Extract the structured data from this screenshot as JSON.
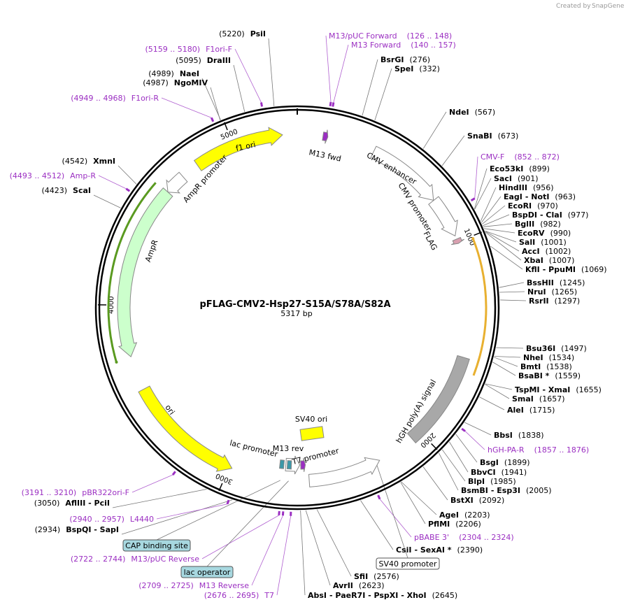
{
  "brand": {
    "created_by": "Created by",
    "name": "SnapGene"
  },
  "plasmid": {
    "name": "pFLAG-CMV2-Hsp27-S15A/S78A/S82A",
    "length": "5317 bp",
    "length_bp": 5317
  },
  "ticks": [
    {
      "bp": 1000,
      "label": "1000"
    },
    {
      "bp": 2000,
      "label": "2000"
    },
    {
      "bp": 3000,
      "label": "3000"
    },
    {
      "bp": 4000,
      "label": "4000"
    },
    {
      "bp": 5000,
      "label": "5000"
    }
  ],
  "features": [
    {
      "name": "CMV enhancer",
      "start": 385,
      "end": 764,
      "dir": 1,
      "color": "#ffffff",
      "stroke": "#888888"
    },
    {
      "name": "CMV promoter",
      "start": 765,
      "end": 968,
      "dir": 1,
      "color": "#ffffff",
      "stroke": "#888888"
    },
    {
      "name": "FLAG",
      "start": 985,
      "end": 1008,
      "dir": 1,
      "color": "#d9a0b0",
      "stroke": "#888888"
    },
    {
      "name": "hGH poly(A) signal",
      "start": 1575,
      "end": 2050,
      "dir": 0,
      "color": "#a8a8a8",
      "stroke": "#888888"
    },
    {
      "name": "SV40 ori",
      "start": 2420,
      "end": 2480,
      "dir": 0,
      "color": "#ffff00",
      "stroke": "#888888"
    },
    {
      "name": "T7 promoter",
      "start": 2240,
      "end": 2600,
      "dir": -1,
      "color": "#ffffff",
      "stroke": "#888888"
    },
    {
      "name": "M13 rev",
      "start": 2615,
      "end": 2640,
      "dir": -1,
      "color": "#9b2fc2",
      "stroke": "#888888"
    },
    {
      "name": "lac promoter",
      "start": 2645,
      "end": 2720,
      "dir": -1,
      "color": "#ffffff",
      "stroke": "#888888"
    },
    {
      "name": "lac operator",
      "start": 2690,
      "end": 2712,
      "dir": 0,
      "color": "#3c98a8",
      "stroke": "#888888"
    },
    {
      "name": "CAP binding site",
      "start": 2730,
      "end": 2752,
      "dir": 0,
      "color": "#3c98a8",
      "stroke": "#888888"
    },
    {
      "name": "ori",
      "start": 2985,
      "end": 3575,
      "dir": -1,
      "color": "#ffff00",
      "stroke": "#888888"
    },
    {
      "name": "AmpR",
      "start": 3745,
      "end": 4605,
      "dir": -1,
      "color": "#ccffcc",
      "stroke": "#888888"
    },
    {
      "name": "AmpR promoter",
      "start": 4605,
      "end": 4710,
      "dir": -1,
      "color": "#ffffff",
      "stroke": "#888888"
    },
    {
      "name": "f1 ori",
      "start": 4800,
      "end": 5245,
      "dir": 1,
      "color": "#ffff00",
      "stroke": "#888888"
    },
    {
      "name": "M13 fwd",
      "start": 126,
      "end": 150,
      "dir": 1,
      "color": "#9b2fc2",
      "stroke": "#888888"
    }
  ],
  "orfs": [
    {
      "start": 1012,
      "end": 1640,
      "dir": -1,
      "color": "#e8b030"
    },
    {
      "start": 3740,
      "end": 4600,
      "dir": -1,
      "color": "#5a9a20"
    }
  ],
  "enzymes_right": [
    {
      "name": "BsrGI",
      "extra": "",
      "pos": "(276)",
      "bp": 276
    },
    {
      "name": "SpeI",
      "extra": "",
      "pos": "(332)",
      "bp": 332
    },
    {
      "name": "NdeI",
      "extra": "",
      "pos": "(567)",
      "bp": 567
    },
    {
      "name": "SnaBI",
      "extra": "",
      "pos": "(673)",
      "bp": 673
    },
    {
      "name": "Eco53kI",
      "extra": "",
      "pos": "(899)",
      "bp": 899
    },
    {
      "name": "SacI",
      "extra": "",
      "pos": "(901)",
      "bp": 901
    },
    {
      "name": "HindIII",
      "extra": "",
      "pos": "(956)",
      "bp": 956
    },
    {
      "name": "EagI",
      "extra": "- NotI",
      "pos": "(963)",
      "bp": 963
    },
    {
      "name": "EcoRI",
      "extra": "",
      "pos": "(970)",
      "bp": 970
    },
    {
      "name": "BspDI",
      "extra": "- ClaI",
      "pos": "(977)",
      "bp": 977
    },
    {
      "name": "BglII",
      "extra": "",
      "pos": "(982)",
      "bp": 982
    },
    {
      "name": "EcoRV",
      "extra": "",
      "pos": "(990)",
      "bp": 990
    },
    {
      "name": "SalI",
      "extra": "",
      "pos": "(1001)",
      "bp": 1001
    },
    {
      "name": "AccI",
      "extra": "",
      "pos": "(1002)",
      "bp": 1002
    },
    {
      "name": "XbaI",
      "extra": "",
      "pos": "(1007)",
      "bp": 1007
    },
    {
      "name": "KflI",
      "extra": "- PpuMI",
      "pos": "(1069)",
      "bp": 1069
    },
    {
      "name": "BssHII",
      "extra": "",
      "pos": "(1245)",
      "bp": 1245
    },
    {
      "name": "NruI",
      "extra": "",
      "pos": "(1265)",
      "bp": 1265
    },
    {
      "name": "RsrII",
      "extra": "",
      "pos": "(1297)",
      "bp": 1297
    },
    {
      "name": "Bsu36I",
      "extra": "",
      "pos": "(1497)",
      "bp": 1497
    },
    {
      "name": "NheI",
      "extra": "",
      "pos": "(1534)",
      "bp": 1534
    },
    {
      "name": "BmtI",
      "extra": "",
      "pos": "(1538)",
      "bp": 1538
    },
    {
      "name": "BsaBI *",
      "extra": "",
      "pos": "(1559)",
      "bp": 1559
    },
    {
      "name": "TspMI",
      "extra": "- XmaI",
      "pos": "(1655)",
      "bp": 1655
    },
    {
      "name": "SmaI",
      "extra": "",
      "pos": "(1657)",
      "bp": 1657
    },
    {
      "name": "AleI",
      "extra": "",
      "pos": "(1715)",
      "bp": 1715
    },
    {
      "name": "BbsI",
      "extra": "",
      "pos": "(1838)",
      "bp": 1838
    },
    {
      "name": "BsgI",
      "extra": "",
      "pos": "(1899)",
      "bp": 1899
    },
    {
      "name": "BbvCI",
      "extra": "",
      "pos": "(1941)",
      "bp": 1941
    },
    {
      "name": "BlpI",
      "extra": "",
      "pos": "(1985)",
      "bp": 1985
    },
    {
      "name": "BsmBI",
      "extra": "- Esp3I",
      "pos": "(2005)",
      "bp": 2005
    },
    {
      "name": "BstXI",
      "extra": "",
      "pos": "(2092)",
      "bp": 2092
    },
    {
      "name": "AgeI",
      "extra": "",
      "pos": "(2203)",
      "bp": 2203
    },
    {
      "name": "PflMI",
      "extra": "",
      "pos": "(2206)",
      "bp": 2206
    },
    {
      "name": "CsiI",
      "extra": "- SexAI *",
      "pos": "(2390)",
      "bp": 2390
    },
    {
      "name": "SfiI",
      "extra": "",
      "pos": "(2576)",
      "bp": 2576
    },
    {
      "name": "AvrII",
      "extra": "",
      "pos": "(2623)",
      "bp": 2623
    },
    {
      "name": "AbsI",
      "extra": "- PaeR7I - PspXI - XhoI",
      "pos": "(2645)",
      "bp": 2645
    }
  ],
  "enzymes_left": [
    {
      "name": "PsiI",
      "pos": "(5220)",
      "bp": 5220
    },
    {
      "name": "DraIII",
      "pos": "(5095)",
      "bp": 5095
    },
    {
      "name": "NaeI",
      "pos": "(4989)",
      "bp": 4989
    },
    {
      "name": "NgoMIV",
      "pos": "(4987)",
      "bp": 4987
    },
    {
      "name": "XmnI",
      "pos": "(4542)",
      "bp": 4542
    },
    {
      "name": "ScaI",
      "pos": "(4423)",
      "bp": 4423
    },
    {
      "name": "AflIII - PciI",
      "pos": "(3050)",
      "bp": 3050
    },
    {
      "name": "BspQI - SapI",
      "pos": "(2934)",
      "bp": 2934
    }
  ],
  "primers": [
    {
      "name": "M13/pUC Forward",
      "range": "(126 .. 148)",
      "bp": 137
    },
    {
      "name": "M13 Forward",
      "range": "(140 .. 157)",
      "bp": 148
    },
    {
      "name": "CMV-F",
      "range": "(852 .. 872)",
      "bp": 862
    },
    {
      "name": "hGH-PA-R",
      "range": "(1857 .. 1876)",
      "bp": 1866
    },
    {
      "name": "pBABE 3'",
      "range": "(2304 .. 2324)",
      "bp": 2314
    },
    {
      "name": "T7",
      "range": "(2676 .. 2695)",
      "bp": 2685
    },
    {
      "name": "M13 Reverse",
      "range": "(2709 .. 2725)",
      "bp": 2717
    },
    {
      "name": "M13/pUC Reverse",
      "range": "(2722 .. 2744)",
      "bp": 2733
    },
    {
      "name": "L4440",
      "range": "(2940 .. 2957)",
      "bp": 2948
    },
    {
      "name": "pBR322ori-F",
      "range": "(3191 .. 3210)",
      "bp": 3200
    },
    {
      "name": "Amp-R",
      "range": "(4493 .. 4512)",
      "bp": 4502
    },
    {
      "name": "F1ori-R",
      "range": "(4949 .. 4968)",
      "bp": 4958
    },
    {
      "name": "F1ori-F",
      "range": "(5159 .. 5180)",
      "bp": 5170
    }
  ],
  "badges": [
    {
      "name": "SV40 promoter",
      "color": "#ffffff"
    },
    {
      "name": "CAP binding site",
      "color": "#a7d8e0"
    },
    {
      "name": "lac operator",
      "color": "#a7d8e0"
    }
  ]
}
